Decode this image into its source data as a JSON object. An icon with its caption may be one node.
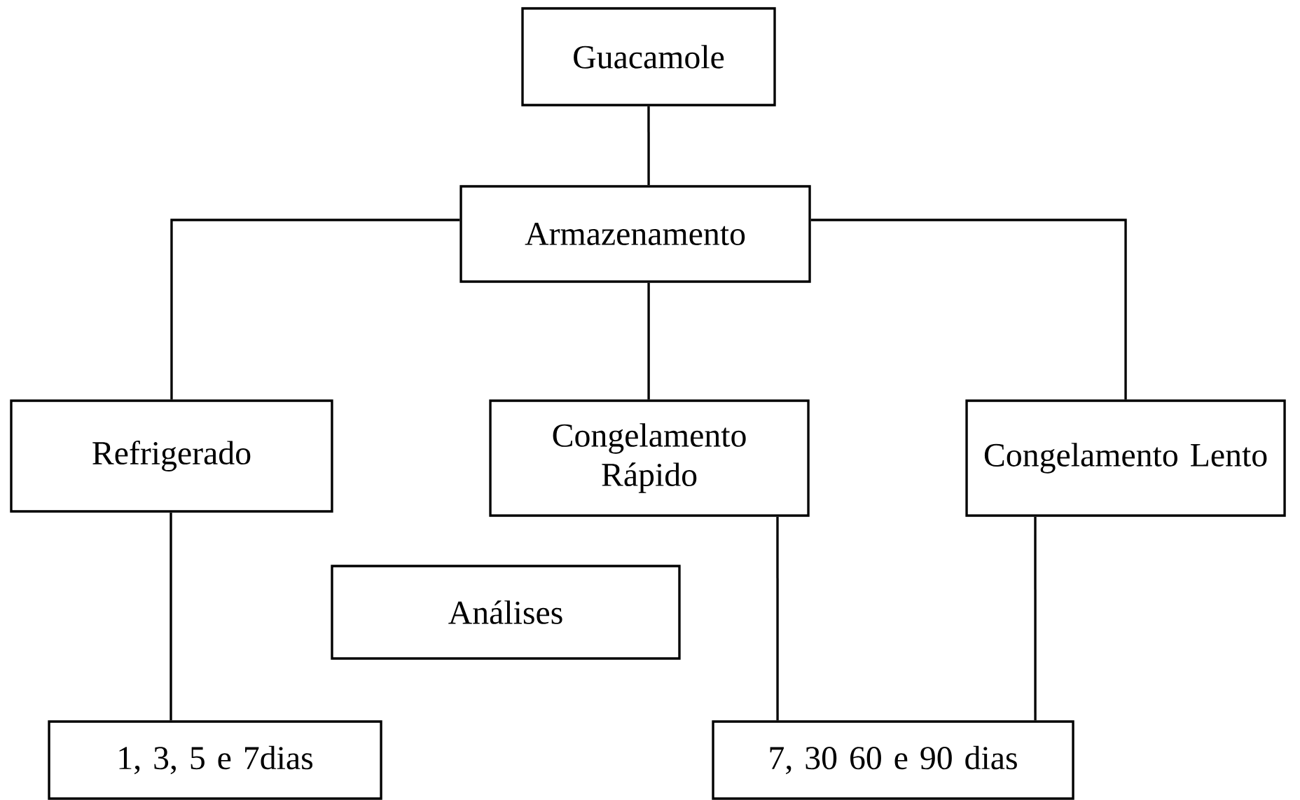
{
  "diagram": {
    "nodes": [
      {
        "text": [
          "Guacamole"
        ]
      },
      {
        "text": [
          "Armazenamento"
        ]
      },
      {
        "text": [
          "Refrigerado"
        ]
      },
      {
        "text": [
          "Congelamento Rápido"
        ]
      },
      {
        "text": [
          "Congelamento Lento"
        ]
      },
      {
        "text": [
          "Análises"
        ]
      },
      {
        "text": [
          "1, 3, 5 e 7dias"
        ]
      },
      {
        "text": [
          "7, 30 60 e 90 dias"
        ]
      }
    ],
    "edges": [
      {
        "from": 0,
        "to": 1,
        "arrow": "none"
      },
      {
        "from": 1,
        "to": 2,
        "arrow": "none"
      },
      {
        "from": 1,
        "to": 3,
        "arrow": "none"
      },
      {
        "from": 1,
        "to": 4,
        "arrow": "none"
      },
      {
        "from": 2,
        "to": 6,
        "arrow": "none"
      },
      {
        "from": 3,
        "to": 7,
        "arrow": "none"
      },
      {
        "from": 4,
        "to": 7,
        "arrow": "none"
      }
    ]
  }
}
